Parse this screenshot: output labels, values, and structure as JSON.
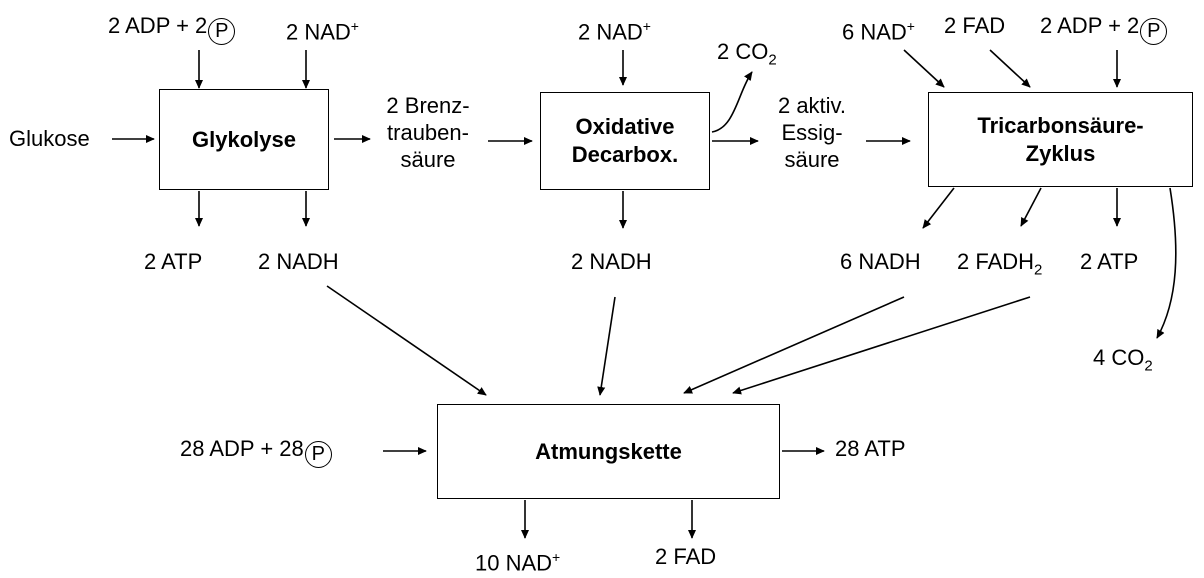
{
  "boxes": {
    "glykolyse": [
      "Glykolyse"
    ],
    "oxidative": [
      "Oxidative",
      "Decarbox."
    ],
    "tca": [
      "Tricarbonsäure-",
      "Zyklus"
    ],
    "atmung": [
      "Atmungskette"
    ]
  },
  "labels": {
    "glykolyse_in_adp": "2 ADP + 2",
    "glykolyse_in_nad": "2 NAD",
    "glukose": "Glukose",
    "glykolyse_out_atp": "2 ATP",
    "glykolyse_out_nadh": "2 NADH",
    "brenz_1": "2 Brenz-",
    "brenz_2": "trauben-",
    "brenz_3": "säure",
    "oxidative_in_nad": "2 NAD",
    "oxidative_out_co2": "2 CO",
    "oxidative_out_nadh": "2 NADH",
    "essig_1": "2 aktiv.",
    "essig_2": "Essig-",
    "essig_3": "säure",
    "tca_in_nad": "6 NAD",
    "tca_in_fad": "2 FAD",
    "tca_in_adp": "2 ADP + 2",
    "tca_out_nadh": "6 NADH",
    "tca_out_fadh": "2 FADH",
    "tca_out_atp": "2 ATP",
    "tca_out_co2": "4 CO",
    "atmung_in_adp": "28 ADP + 28",
    "atmung_out_atp": "28 ATP",
    "atmung_out_nad": "10 NAD",
    "atmung_out_fad": "2 FAD"
  },
  "symbols": {
    "phosphate": "P",
    "plus": "+",
    "sub2": "2"
  }
}
